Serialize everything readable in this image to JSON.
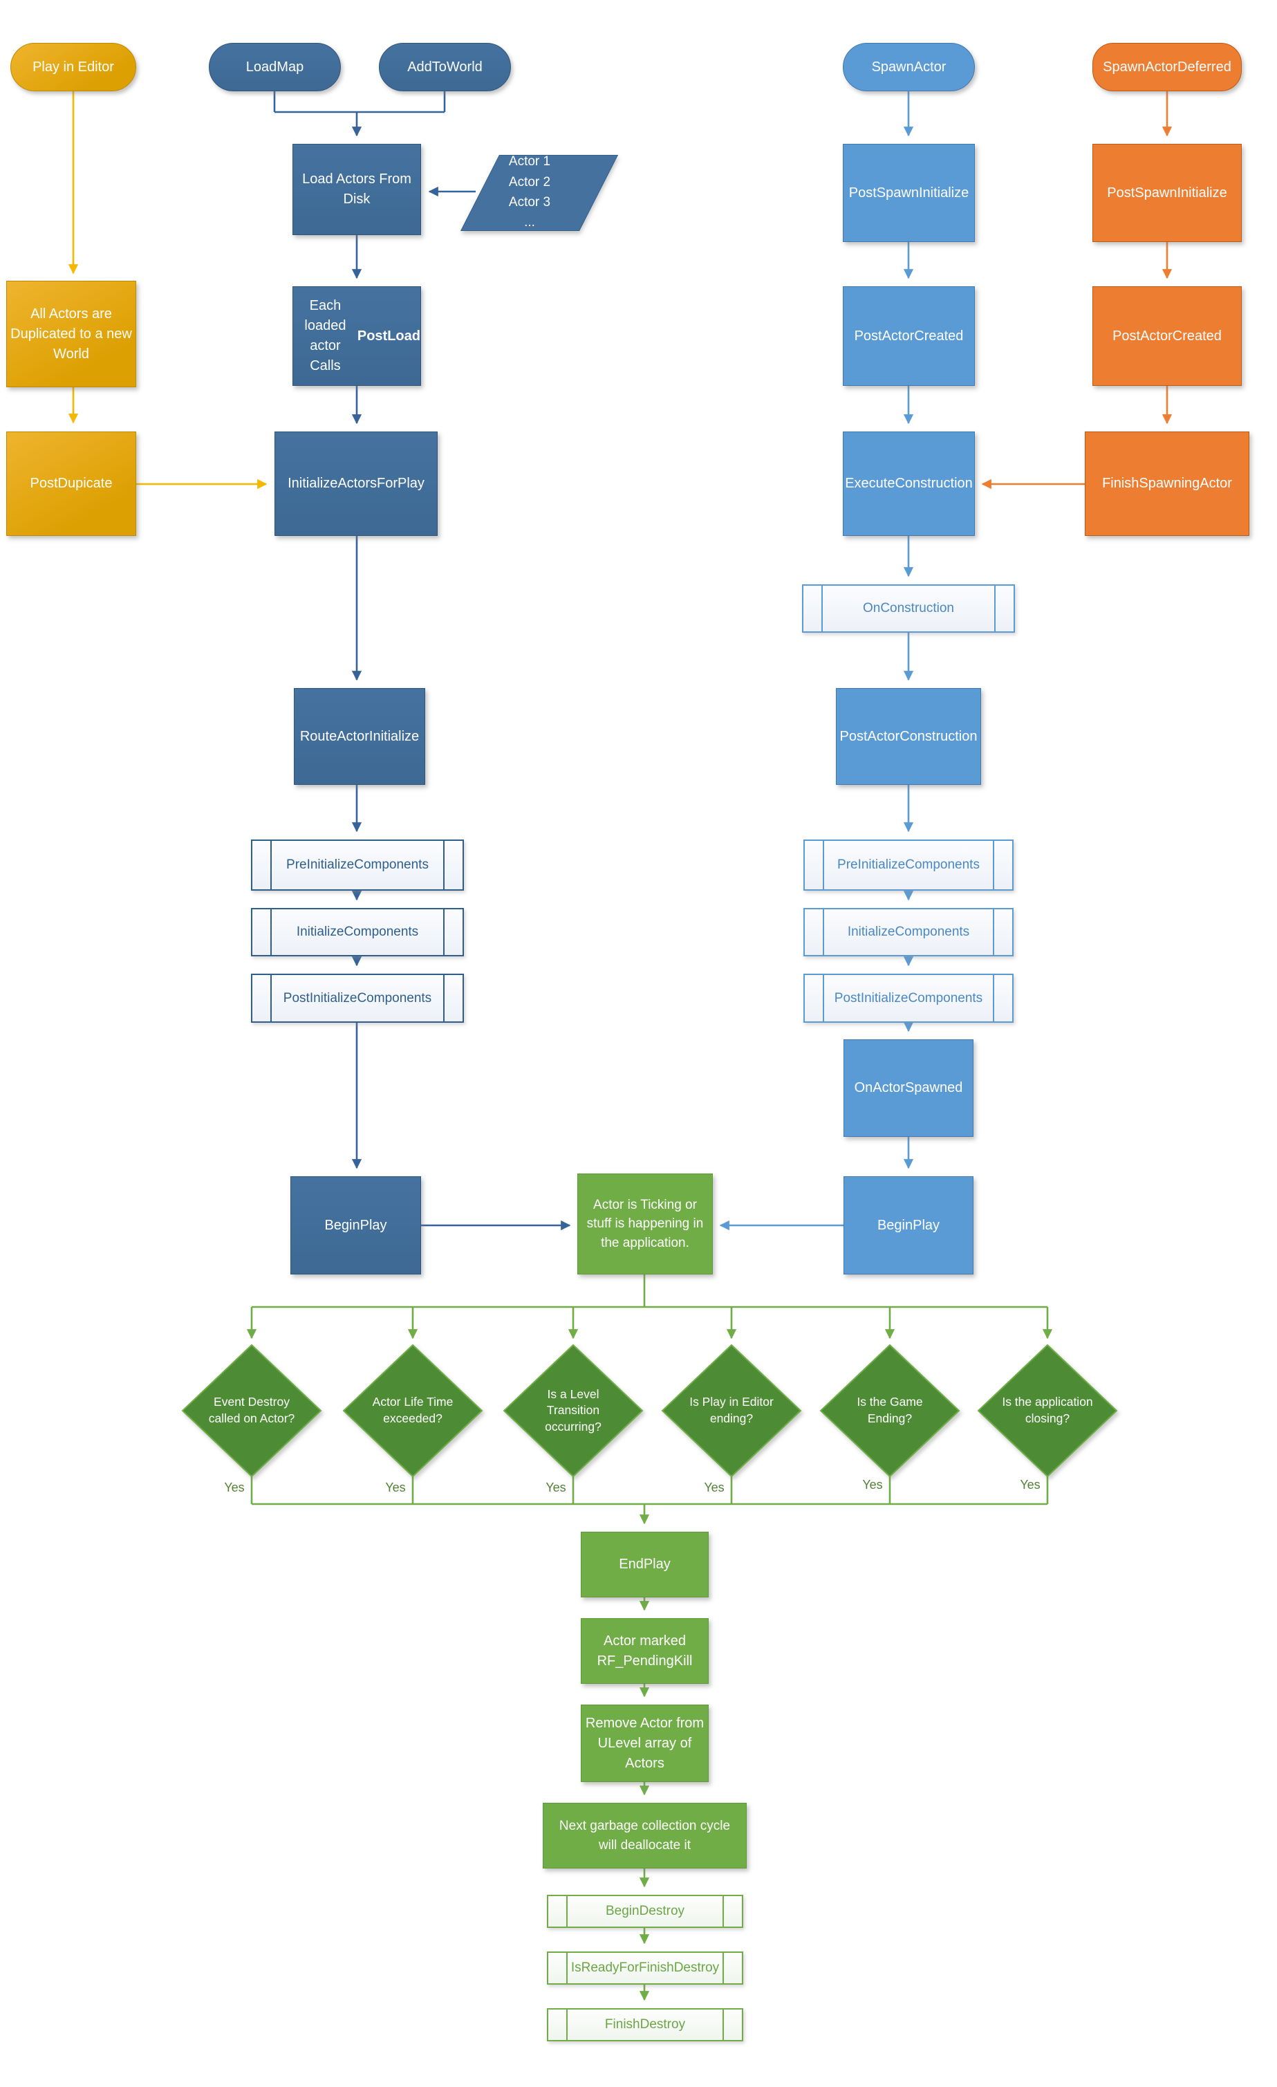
{
  "palette": {
    "gold_fill": "#E2A50F",
    "gold_border": "#BD8A00",
    "gold_arrow": "#F5B800",
    "dark_blue_fill": "#3F6D9C",
    "dark_blue_border": "#2F5579",
    "dark_blue_arrow": "#35639A",
    "medium_blue_fill": "#5B9BD5",
    "medium_blue_border": "#4178AE",
    "orange_fill": "#ED7D31",
    "orange_border": "#BC5B14",
    "green_fill": "#70AD47",
    "green_diamond_fill": "#4E8C35",
    "green_text": "#538135",
    "subroutine_fill": "#F7F9FC",
    "background": "#FFFFFF"
  },
  "nodes": {
    "play_in_editor": {
      "label": "Play in Editor"
    },
    "load_map": {
      "label": "LoadMap"
    },
    "add_to_world": {
      "label": "AddToWorld"
    },
    "spawn_actor": {
      "label": "SpawnActor"
    },
    "spawn_actor_deferred": {
      "label": "SpawnActorDeferred"
    },
    "load_actors_from_disk": {
      "label": "Load Actors From\nDisk"
    },
    "actor_list": {
      "label": "Actor 1\nActor 2\nActor 3\n..."
    },
    "all_actors_duplicated": {
      "label": "All Actors are\nDuplicated to a new\nWorld"
    },
    "post_dupicate": {
      "label": "PostDupicate"
    },
    "each_loaded_actor": {
      "label_html": "Each loaded actor<br>Calls <b>PostLoad</b>"
    },
    "initialize_actors_for_play": {
      "label": "InitializeActorsForPlay"
    },
    "route_actor_initialize": {
      "label": "RouteActorInitialize"
    },
    "pre_initialize_components": {
      "label": "PreInitializeComponents"
    },
    "initialize_components": {
      "label": "InitializeComponents"
    },
    "post_initialize_components": {
      "label": "PostInitializeComponents"
    },
    "begin_play": {
      "label": "BeginPlay"
    },
    "post_spawn_initialize": {
      "label": "PostSpawnInitialize"
    },
    "post_actor_created": {
      "label": "PostActorCreated"
    },
    "execute_construction": {
      "label": "ExecuteConstruction"
    },
    "finish_spawning_actor": {
      "label": "FinishSpawningActor"
    },
    "on_construction": {
      "label": "OnConstruction"
    },
    "post_actor_construction": {
      "label": "PostActorConstruction"
    },
    "on_actor_spawned": {
      "label": "OnActorSpawned"
    },
    "actor_ticking": {
      "label": "Actor is Ticking or\nstuff is happening in\nthe application."
    },
    "end_play": {
      "label": "EndPlay"
    },
    "actor_marked_pending_kill": {
      "label": "Actor marked\nRF_PendingKill"
    },
    "remove_actor_from_ulevel": {
      "label": "Remove Actor from\nULevel array of\nActors"
    },
    "next_gc_cycle": {
      "label": "Next garbage collection cycle\nwill deallocate it"
    },
    "begin_destroy": {
      "label": "BeginDestroy"
    },
    "is_ready_for_finish_destroy": {
      "label": "IsReadyForFinishDestroy"
    },
    "finish_destroy": {
      "label": "FinishDestroy"
    }
  },
  "decisions": [
    {
      "label": "Event Destroy\ncalled on Actor?"
    },
    {
      "label": "Actor Life Time\nexceeded?"
    },
    {
      "label": "Is a Level\nTransition\noccurring?"
    },
    {
      "label": "Is Play in Editor\nending?"
    },
    {
      "label": "Is the Game\nEnding?"
    },
    {
      "label": "Is the application\nclosing?"
    }
  ],
  "labels": {
    "yes": "Yes"
  }
}
